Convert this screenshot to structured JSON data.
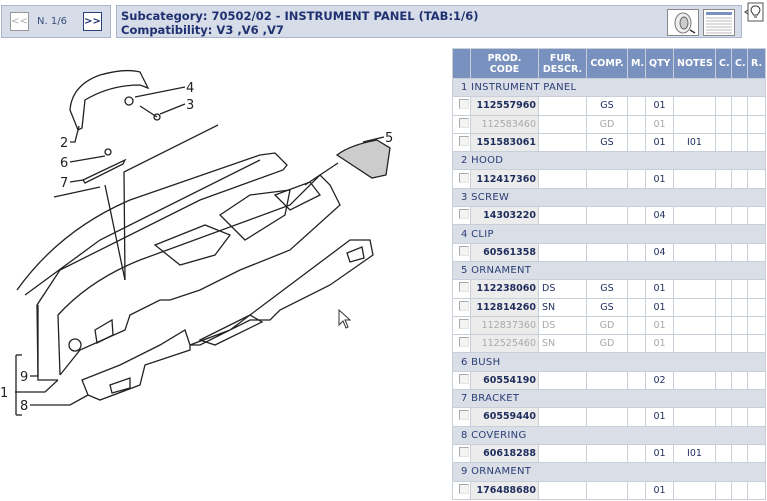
{
  "nav": {
    "prev": "<<",
    "page": "N. 1/6",
    "next": ">>"
  },
  "header": {
    "subcategory_label": "Subcategory:",
    "subcategory": "70502/02 - INSTRUMENT PANEL (TAB:1/6)",
    "compat_label": "Compatibility:",
    "compat": "V3 ,V6 ,V7"
  },
  "icons": [
    "wheel-thumbnail-icon",
    "table-thumbnail-icon",
    "lightbulb-icon"
  ],
  "drawing": {
    "callouts": [
      "1",
      "2",
      "3",
      "4",
      "5",
      "6",
      "7",
      "8",
      "9"
    ]
  },
  "table": {
    "columns": [
      "PROD. CODE",
      "FUR. DESCR.",
      "COMP.",
      "M.",
      "QTY",
      "NOTES",
      "C.",
      "C.",
      "R."
    ],
    "groups": [
      {
        "label": "1 INSTRUMENT PANEL",
        "rows": [
          {
            "code": "112557960",
            "fur": "",
            "comp": "GS",
            "qty": "01",
            "notes": "",
            "dim": false
          },
          {
            "code": "112583460",
            "fur": "",
            "comp": "GD",
            "qty": "01",
            "notes": "",
            "dim": true
          },
          {
            "code": "151583061",
            "fur": "",
            "comp": "GS",
            "qty": "01",
            "notes": "I01",
            "dim": false
          }
        ]
      },
      {
        "label": "2 HOOD",
        "rows": [
          {
            "code": "112417360",
            "fur": "",
            "comp": "",
            "qty": "01",
            "notes": "",
            "dim": false
          }
        ]
      },
      {
        "label": "3 SCREW",
        "rows": [
          {
            "code": "14303220",
            "fur": "",
            "comp": "",
            "qty": "04",
            "notes": "",
            "dim": false
          }
        ]
      },
      {
        "label": "4 CLIP",
        "rows": [
          {
            "code": "60561358",
            "fur": "",
            "comp": "",
            "qty": "04",
            "notes": "",
            "dim": false
          }
        ]
      },
      {
        "label": "5 ORNAMENT",
        "rows": [
          {
            "code": "112238060",
            "fur": "DS",
            "comp": "GS",
            "qty": "01",
            "notes": "",
            "dim": false
          },
          {
            "code": "112814260",
            "fur": "SN",
            "comp": "GS",
            "qty": "01",
            "notes": "",
            "dim": false
          },
          {
            "code": "112837360",
            "fur": "DS",
            "comp": "GD",
            "qty": "01",
            "notes": "",
            "dim": true
          },
          {
            "code": "112525460",
            "fur": "SN",
            "comp": "GD",
            "qty": "01",
            "notes": "",
            "dim": true
          }
        ]
      },
      {
        "label": "6 BUSH",
        "rows": [
          {
            "code": "60554190",
            "fur": "",
            "comp": "",
            "qty": "02",
            "notes": "",
            "dim": false
          }
        ]
      },
      {
        "label": "7 BRACKET",
        "rows": [
          {
            "code": "60559440",
            "fur": "",
            "comp": "",
            "qty": "01",
            "notes": "",
            "dim": false
          }
        ]
      },
      {
        "label": "8 COVERING",
        "rows": [
          {
            "code": "60618288",
            "fur": "",
            "comp": "",
            "qty": "01",
            "notes": "I01",
            "dim": false
          }
        ]
      },
      {
        "label": "9 ORNAMENT",
        "rows": [
          {
            "code": "176488680",
            "fur": "",
            "comp": "",
            "qty": "01",
            "notes": "",
            "dim": false
          }
        ]
      }
    ]
  }
}
